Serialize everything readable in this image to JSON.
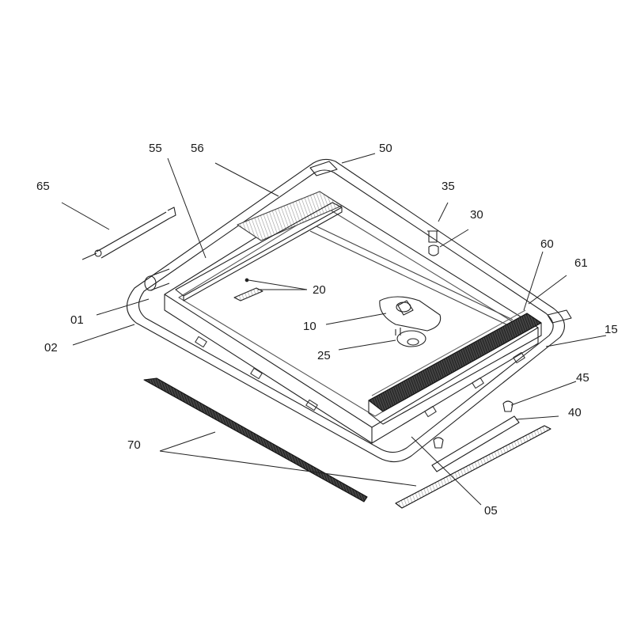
{
  "labels": {
    "p01": "01",
    "p02": "02",
    "p05": "05",
    "p10": "10",
    "p15": "15",
    "p20": "20",
    "p25": "25",
    "p30": "30",
    "p35": "35",
    "p40": "40",
    "p45": "45",
    "p50": "50",
    "p55": "55",
    "p56": "56",
    "p60": "60",
    "p61": "61",
    "p65": "65",
    "p70": "70"
  }
}
